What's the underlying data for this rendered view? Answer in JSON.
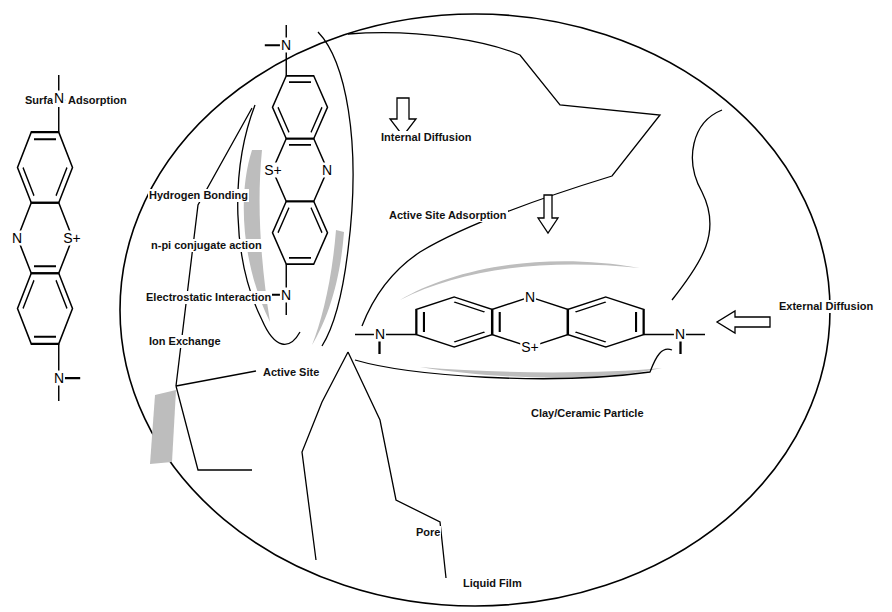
{
  "diagram": {
    "labels": [
      "Surface Adsorption",
      "Internal Diffusion",
      "Hydrogen Bonding",
      "Active Site Adsorption",
      "n-pi conjugate action",
      "Electrostatic Interaction",
      "External Diffusion",
      "Ion Exchange",
      "Active Site",
      "Clay/Ceramic Particle",
      "Pore",
      "Liquid Film",
      "N",
      "N",
      "N",
      "S+",
      "N",
      "S+",
      "N",
      "N",
      "N",
      "N",
      "S+",
      "N"
    ]
  }
}
